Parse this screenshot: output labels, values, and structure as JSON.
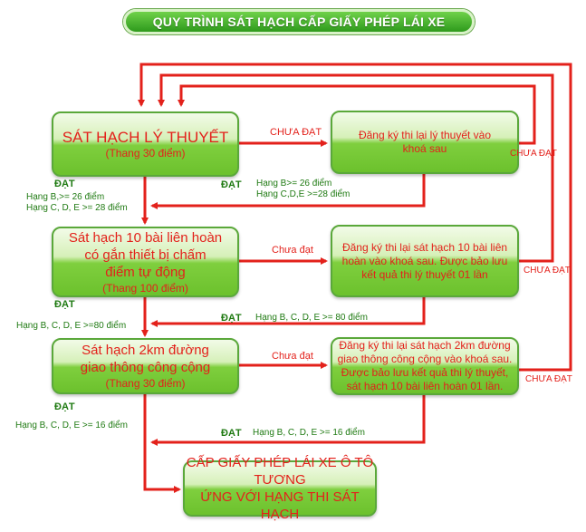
{
  "title": "QUY TRÌNH SÁT HẠCH CẤP GIẤY PHÉP LÁI XE",
  "colors": {
    "arrow": "#e3211b",
    "box_top": "#f2fbe8",
    "box_bottom": "#6cc12d",
    "box_border": "#5aa83a",
    "pass_text": "#1f7a12"
  },
  "steps": [
    {
      "title": "SÁT HẠCH LÝ THUYẾT",
      "subtitle": "(Thang 30 điểm)"
    },
    {
      "title": "Sát hạch 10 bài liên hoàn\ncó gắn thiết bị chấm\nđiểm tự động",
      "subtitle": "(Thang 100 điểm)"
    },
    {
      "title": "Sát hạch 2km đường\ngiao thông công cộng",
      "subtitle": "(Thang 30 điểm)"
    }
  ],
  "retakes": [
    {
      "text": "Đăng ký thi lại lý thuyết vào\nkhoá sau"
    },
    {
      "text": "Đăng ký thi lại sát hạch 10 bài liên\nhoàn vào khoá sau. Được bảo lưu\nkết quả thi lý thuyết 01 lần"
    },
    {
      "text": "Đăng ký thi lại sát hạch 2km đường\ngiao thông công cộng vào khoá sau.\nĐược bảo lưu kết quả thi lý thuyết,\nsát hạch 10 bài liên hoàn 01 lần."
    }
  ],
  "final": {
    "text": "CẤP GIẤY PHÉP LÁI XE Ô TÔ TƯƠNG\nỨNG VỚI HẠNG THI SÁT HẠCH"
  },
  "labels": {
    "fail_1": "CHƯA ĐẠT",
    "fail_2": "Chưa đạt",
    "fail_3": "Chưa đạt",
    "retake_fail_1": "CHƯA ĐẠT",
    "retake_fail_2": "CHƯA ĐẠT",
    "retake_fail_3": "CHƯA ĐẠT",
    "pass_left_1": "ĐẠT",
    "pass_left_2": "ĐẠT",
    "pass_left_3": "ĐẠT",
    "pass_mid_1": "ĐẠT",
    "pass_mid_2": "ĐẠT",
    "pass_mid_3": "ĐẠT",
    "threshold_left_1": "Hạng B,>= 26 điểm\nHạng C, D, E >= 28 điểm",
    "threshold_right_1": "Hạng B>= 26 điểm\nHạng C,D,E >=28 điểm",
    "threshold_left_2": "Hạng B, C, D, E >=80 điểm",
    "threshold_right_2": "Hạng B, C, D, E >= 80 điểm",
    "threshold_left_3": "Hạng B, C, D, E >= 16 điểm",
    "threshold_right_3": "Hạng B, C, D, E >= 16 điểm"
  }
}
